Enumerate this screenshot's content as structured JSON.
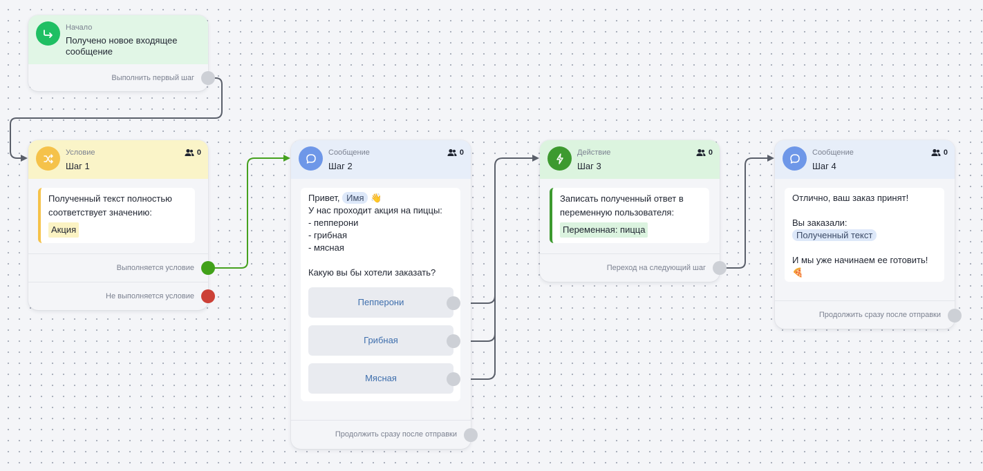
{
  "canvas": {
    "wire_gray": "#5a5f6a",
    "wire_green": "#45a11e"
  },
  "start": {
    "type": "Начало",
    "title": "Получено новое входящее сообщение",
    "exit_label": "Выполнить первый шаг",
    "icon": "redirect-arrow-icon",
    "accent": "#1fbf63"
  },
  "step1": {
    "type": "Условие",
    "title": "Шаг 1",
    "count": "0",
    "icon": "shuffle-icon",
    "accent": "#f5c24a",
    "condition_text": "Полученный текст полностью соответствует значению:",
    "condition_value": "Акция",
    "exit_true_label": "Выполняется условие",
    "exit_false_label": "Не выполняется условие"
  },
  "step2": {
    "type": "Сообщение",
    "title": "Шаг 2",
    "count": "0",
    "icon": "chat-bubble-icon",
    "accent": "#6e97e8",
    "greeting": "Привет,",
    "name_variable": "Имя",
    "wave_emoji": "👋",
    "lines": [
      "У нас проходит акция на пиццы:",
      "- пепперони",
      "- грибная",
      "- мясная",
      "",
      "Какую вы бы хотели заказать?"
    ],
    "buttons": [
      "Пепперони",
      "Грибная",
      "Мясная"
    ],
    "exit_label": "Продолжить сразу после отправки"
  },
  "step3": {
    "type": "Действие",
    "title": "Шаг 3",
    "count": "0",
    "icon": "lightning-icon",
    "accent": "#3d9a2f",
    "action_text": "Записать полученный ответ в переменную пользователя:",
    "variable": "Переменная: пицца",
    "exit_label": "Переход на следующий шаг"
  },
  "step4": {
    "type": "Сообщение",
    "title": "Шаг 4",
    "count": "0",
    "icon": "chat-bubble-icon",
    "accent": "#6e97e8",
    "line1": "Отлично, ваш заказ принят!",
    "line2": "Вы заказали:",
    "variable": "Полученный текст",
    "line3": "И мы уже начинаем ее готовить!",
    "pizza_emoji": "🍕",
    "exit_label": "Продолжить сразу после отправки"
  }
}
